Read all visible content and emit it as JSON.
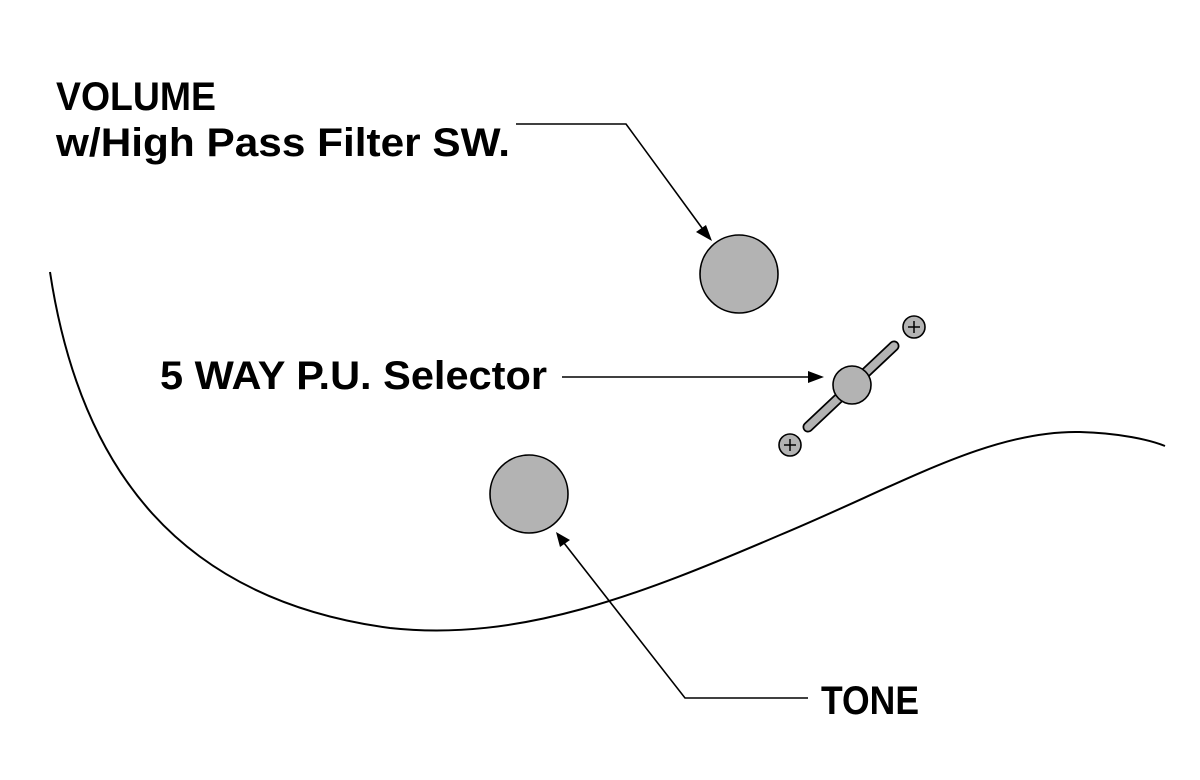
{
  "labels": {
    "volume_line1": "VOLUME",
    "volume_line2": "w/High Pass Filter SW.",
    "selector": "5 WAY P.U. Selector",
    "tone": "TONE"
  },
  "colors": {
    "knob_fill": "#b3b3b3",
    "outline": "#000000",
    "text": "#000000",
    "background": "#ffffff"
  },
  "icons": {
    "screw": "phillips-screw-icon",
    "knob": "round-knob-icon",
    "switch": "blade-switch-icon"
  }
}
